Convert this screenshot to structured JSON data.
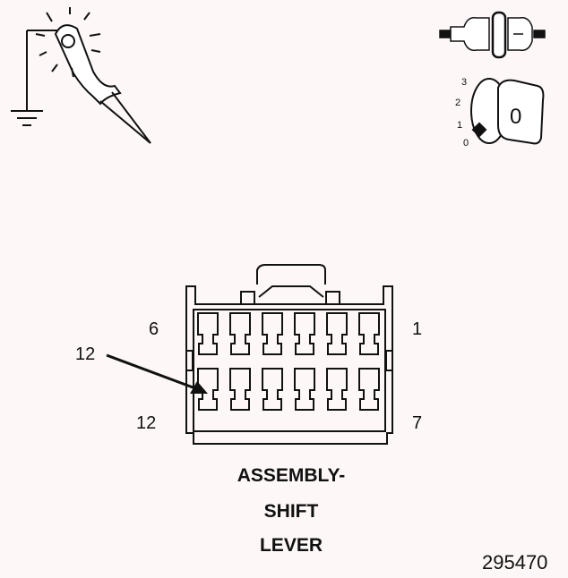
{
  "connector": {
    "pin_top_left": "6",
    "pin_top_right": "1",
    "pin_bottom_left": "12",
    "pin_bottom_right": "7",
    "callout": "12"
  },
  "caption": {
    "line1": "ASSEMBLY-",
    "line2": "SHIFT",
    "line3": "LEVER"
  },
  "ignition": {
    "pos3": "3",
    "pos2": "2",
    "pos1": "1",
    "pos0": "0",
    "key_position": "0"
  },
  "figure_number": "295470",
  "icons": [
    "test-light-icon",
    "ground-symbol-icon",
    "connector-disconnected-icon",
    "ignition-key-off-icon"
  ]
}
